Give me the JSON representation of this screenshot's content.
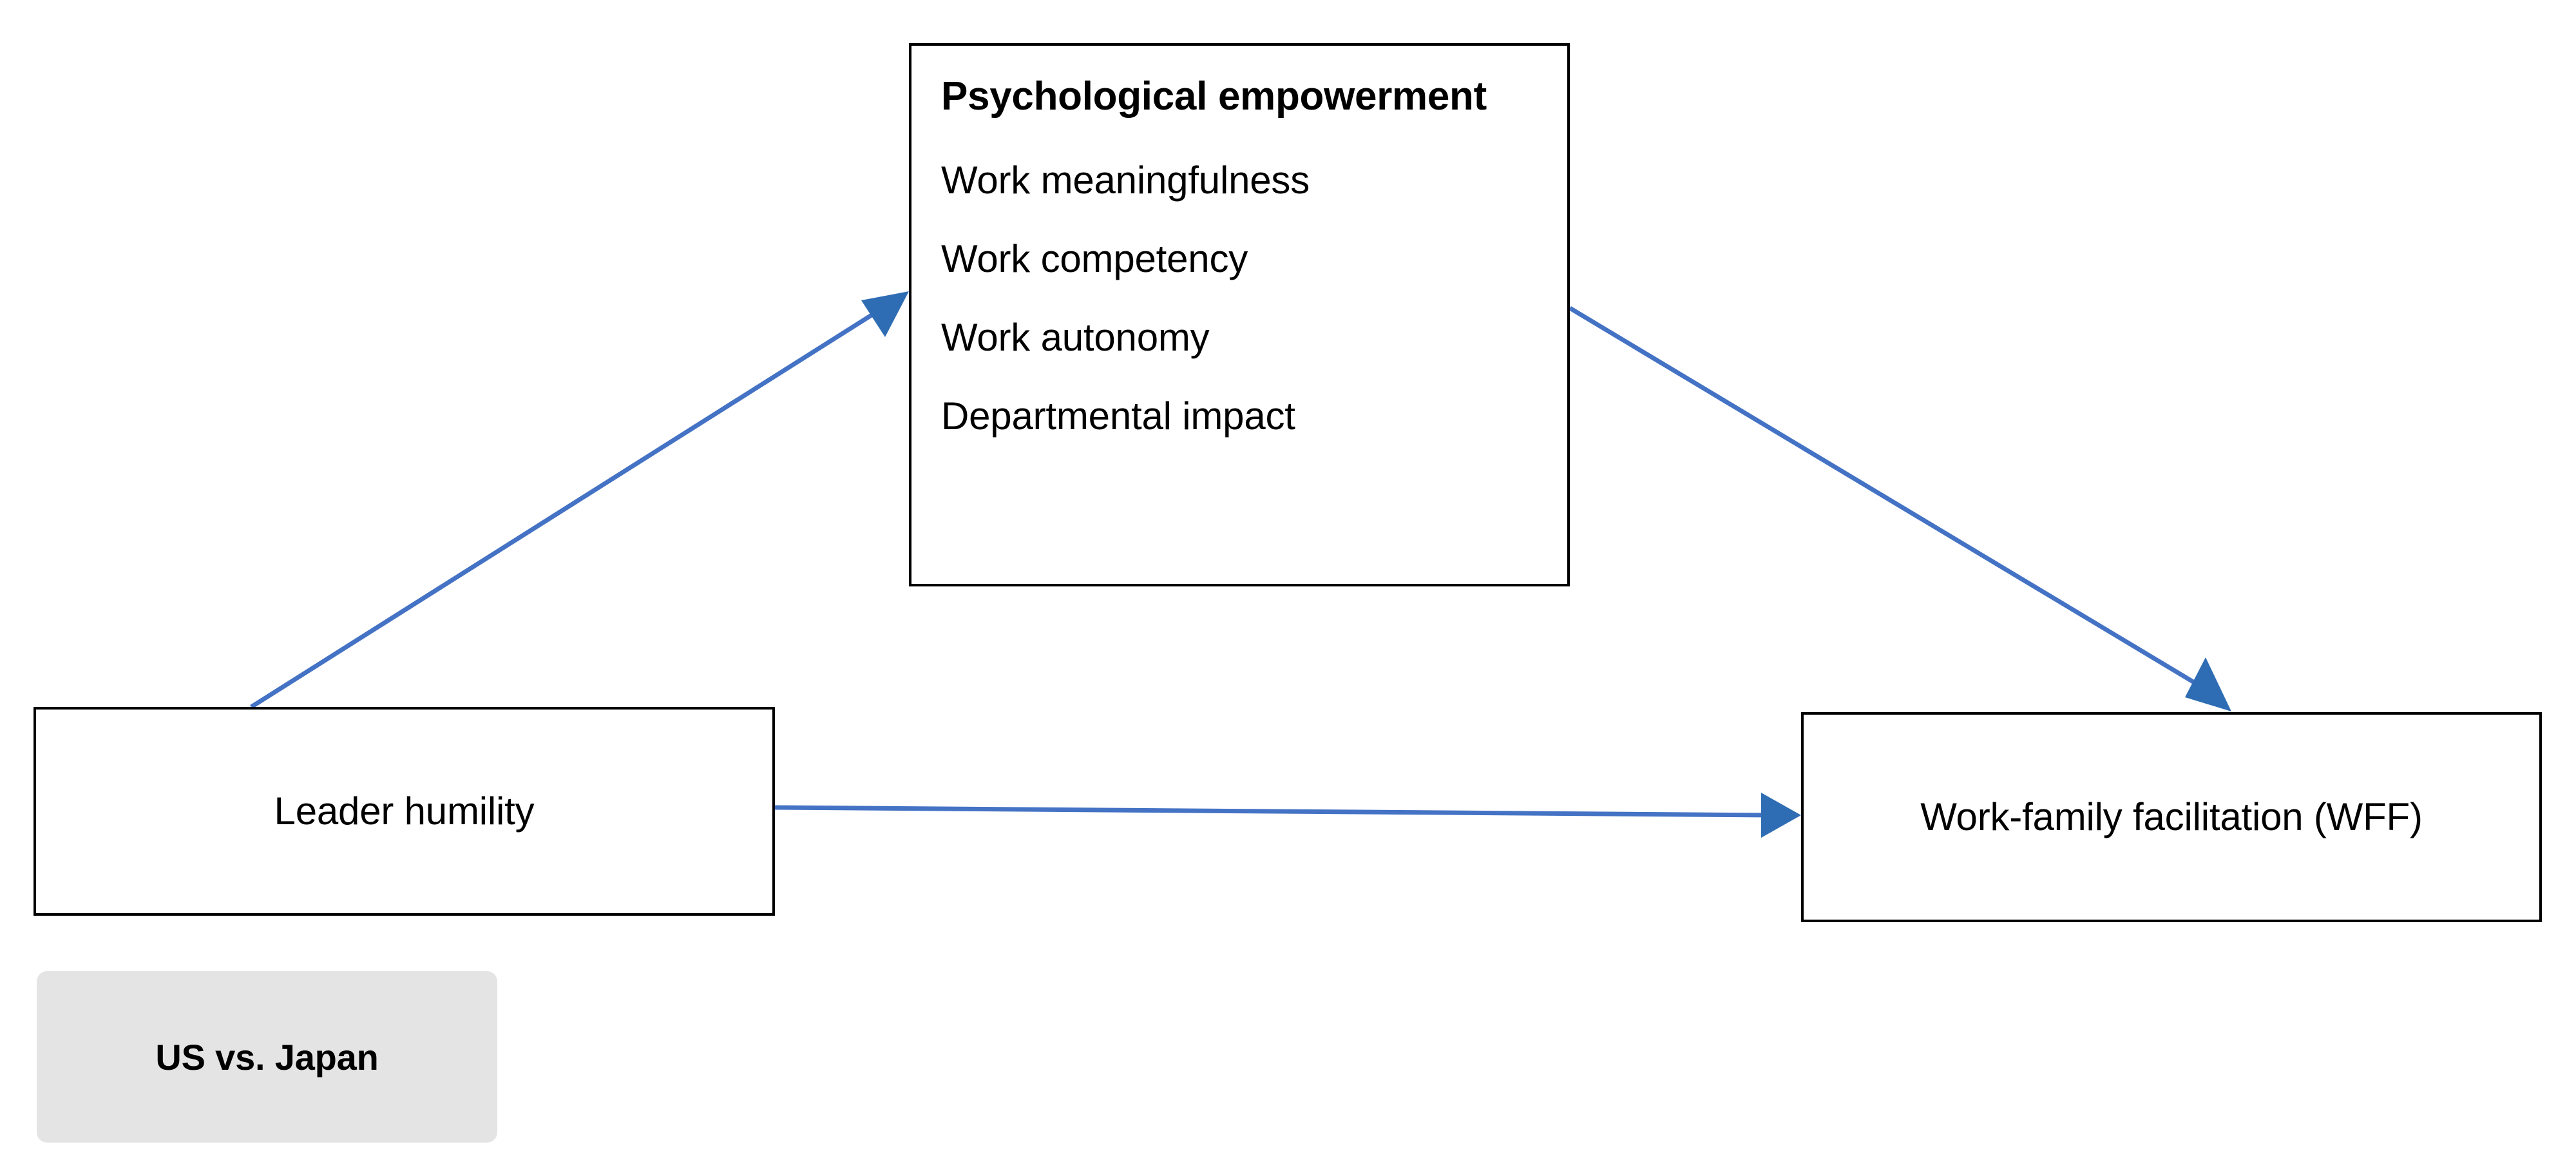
{
  "diagram": {
    "title_text": "",
    "background_color": "#FFFFFF",
    "line_color": "#4472C4",
    "arrowhead_color": "#2E6DB4",
    "box_border_color": "#000000",
    "moderator_fill_color": "#E4E4E4"
  },
  "nodes": {
    "empowerment": {
      "title": "Psychological empowerment",
      "items": [
        "Work meaningfulness",
        "Work competency",
        "Work autonomy",
        "Departmental impact"
      ]
    },
    "leader": {
      "label": "Leader humility"
    },
    "wff": {
      "label": "Work-family facilitation (WFF)"
    },
    "moderator": {
      "label": "US vs. Japan"
    }
  },
  "edges": [
    {
      "name": "leader-to-empowerment",
      "from": "Leader humility",
      "to": "Psychological empowerment",
      "style": "solid-arrow"
    },
    {
      "name": "empowerment-to-wff",
      "from": "Psychological empowerment",
      "to": "Work-family facilitation (WFF)",
      "style": "solid-arrow"
    },
    {
      "name": "leader-to-wff",
      "from": "Leader humility",
      "to": "Work-family facilitation (WFF)",
      "style": "solid-arrow"
    }
  ]
}
